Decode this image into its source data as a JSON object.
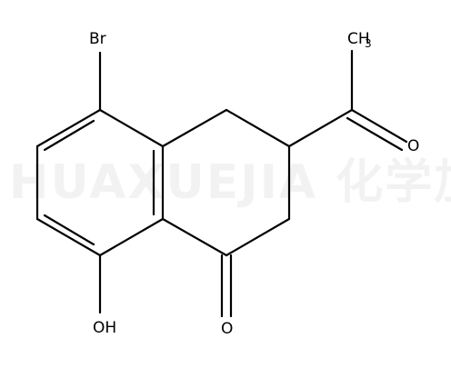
{
  "watermark": {
    "text": "HUAXUEJIA 化学加"
  },
  "atoms": {
    "br": "Br",
    "ch3_main": "CH",
    "ch3_sub": "3",
    "o_acetyl": "O",
    "o_ketone": "O",
    "oh": "OH"
  },
  "colors": {
    "bond": "#000000",
    "watermark": "#000000"
  }
}
